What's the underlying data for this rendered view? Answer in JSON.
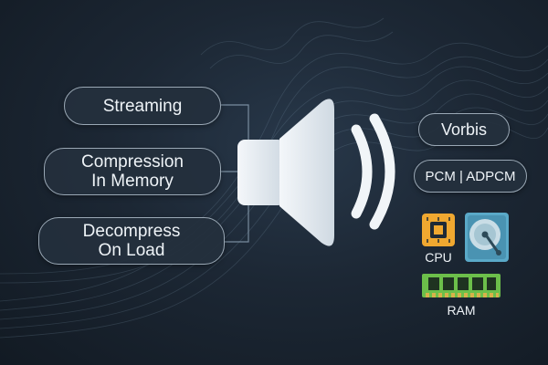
{
  "load_types": [
    {
      "lines": [
        "Streaming"
      ]
    },
    {
      "lines": [
        "Compression",
        "In Memory"
      ]
    },
    {
      "lines": [
        "Decompress",
        "On Load"
      ]
    }
  ],
  "formats": [
    {
      "label": "Vorbis"
    },
    {
      "label": "PCM | ADPCM"
    }
  ],
  "hardware": {
    "cpu_label": "CPU",
    "ram_label": "RAM"
  },
  "icons": {
    "speaker": "speaker-icon",
    "cpu": "cpu-chip-icon",
    "disk": "hard-disk-icon",
    "ram": "ram-module-icon"
  },
  "colors": {
    "background": "#1c2734",
    "pill_border": "#9aa8b5",
    "speaker": "#e4eaf0",
    "cpu": "#f0a830",
    "disk": "#5aa9c8",
    "ram": "#6cbf4a"
  }
}
